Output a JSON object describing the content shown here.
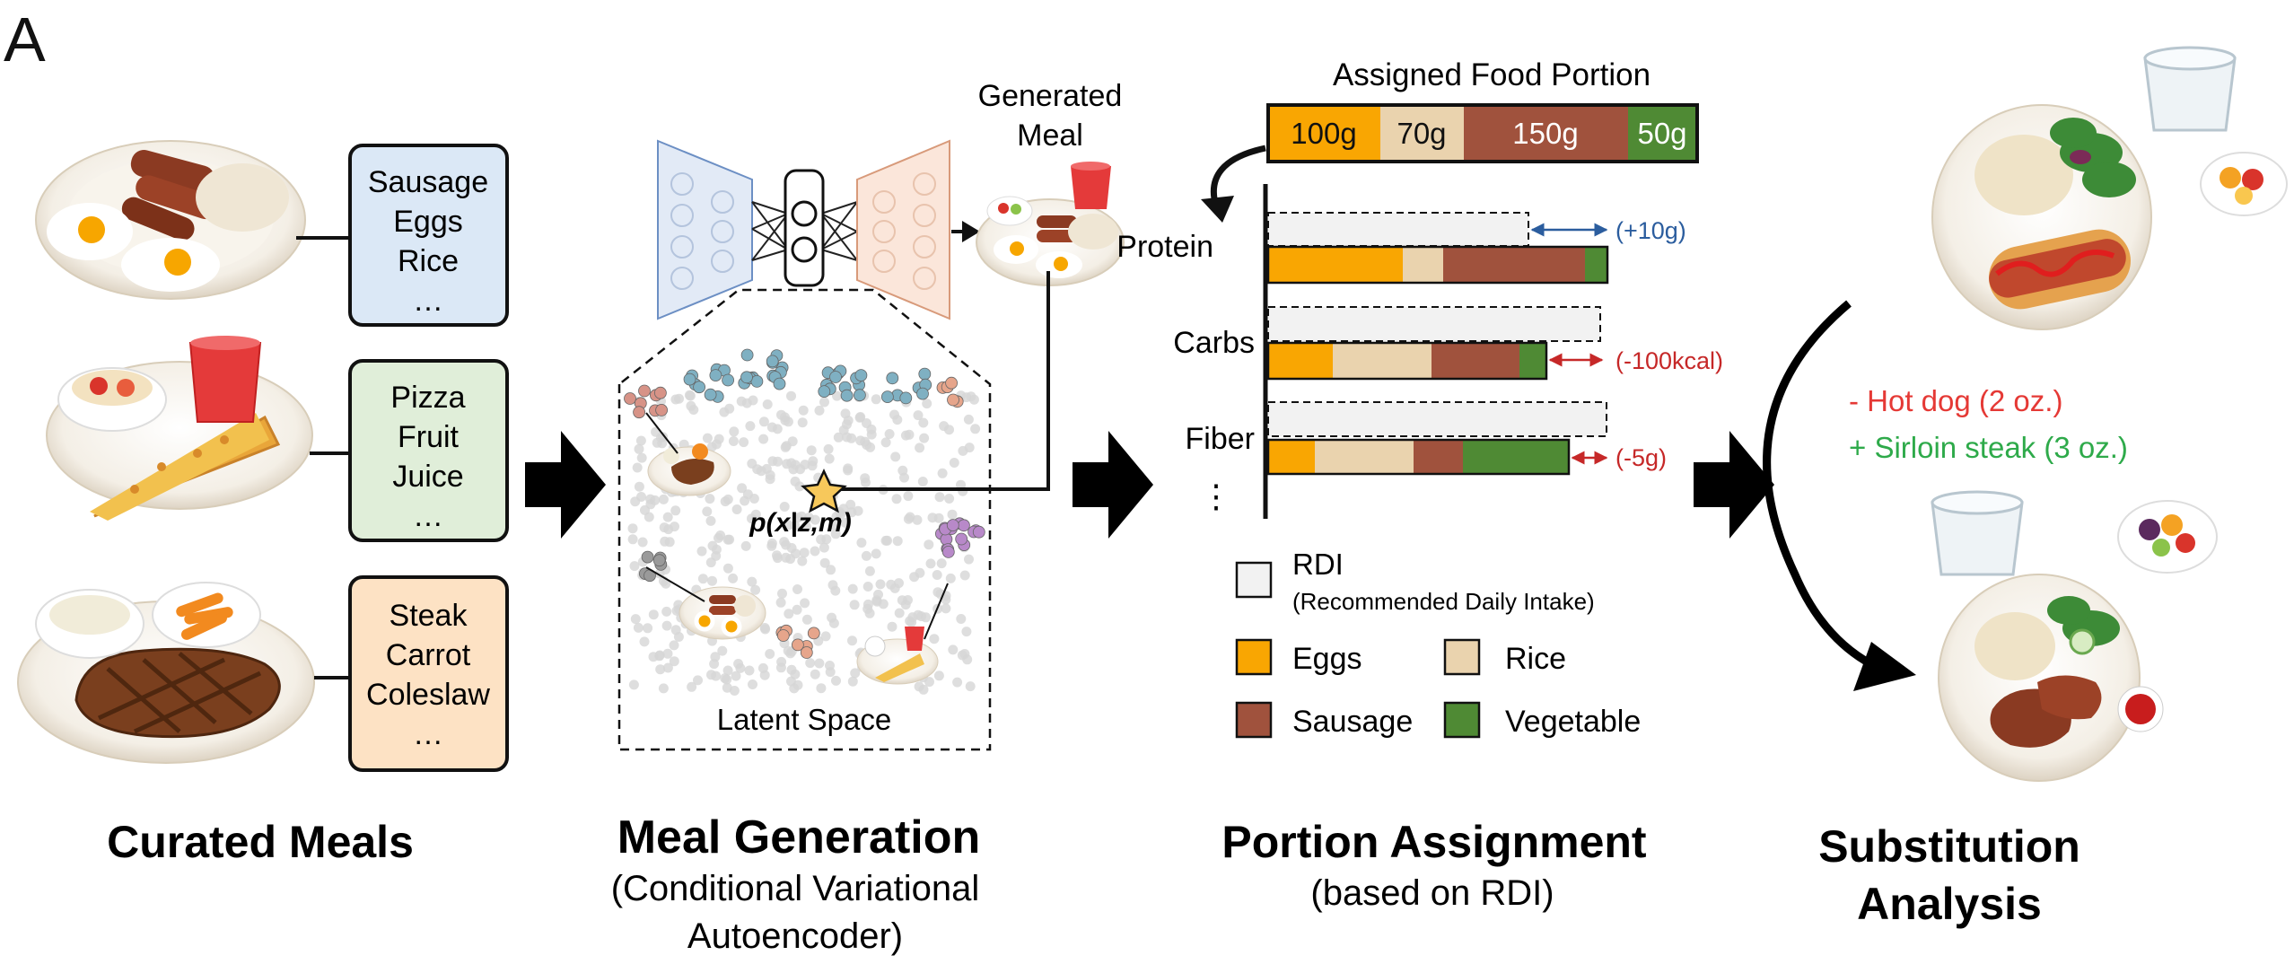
{
  "panel_letter": "A",
  "sections": {
    "curated": {
      "title": "Curated Meals",
      "meals": [
        {
          "items": [
            "Sausage",
            "Eggs",
            "Rice",
            "…"
          ],
          "color": "#dbe8f6"
        },
        {
          "items": [
            "Pizza",
            "Fruit",
            "Juice",
            "…"
          ],
          "color": "#e0eed9"
        },
        {
          "items": [
            "Steak",
            "Carrot",
            "Coleslaw",
            "…"
          ],
          "color": "#fde2c4"
        }
      ]
    },
    "generation": {
      "title": "Meal Generation",
      "subtitle_line1": "(Conditional Variational",
      "subtitle_line2": "Autoencoder)",
      "generated_meal_line1": "Generated",
      "generated_meal_line2": "Meal",
      "latent_label": "Latent Space",
      "formula": "p(x|z,m)"
    },
    "portion": {
      "title": "Portion Assignment",
      "subtitle": "(based on RDI)",
      "assigned_title": "Assigned Food Portion",
      "portions": [
        {
          "label": "100g",
          "food": "Eggs"
        },
        {
          "label": "70g",
          "food": "Rice"
        },
        {
          "label": "150g",
          "food": "Sausage"
        },
        {
          "label": "50g",
          "food": "Vegetable"
        }
      ],
      "nutrients": [
        {
          "name": "Protein",
          "delta": "(+10g)",
          "delta_color": "#2b5d9e"
        },
        {
          "name": "Carbs",
          "delta": "(-100kcal)",
          "delta_color": "#c62828"
        },
        {
          "name": "Fiber",
          "delta": "(-5g)",
          "delta_color": "#c62828"
        }
      ],
      "ellipsis": "⋮",
      "legend": {
        "rdi": "RDI",
        "rdi_full": "(Recommended Daily Intake)",
        "items": [
          {
            "name": "Eggs",
            "color": "#f9a602"
          },
          {
            "name": "Rice",
            "color": "#ead3ae"
          },
          {
            "name": "Sausage",
            "color": "#a0523d"
          },
          {
            "name": "Vegetable",
            "color": "#4f8a34"
          }
        ]
      }
    },
    "substitution": {
      "title_line1": "Substitution",
      "title_line2": "Analysis",
      "minus_text": "- Hot dog (2 oz.)",
      "plus_text": "+ Sirloin steak (3 oz.)",
      "minus_color": "#e53935",
      "plus_color": "#2eaa4a"
    }
  }
}
